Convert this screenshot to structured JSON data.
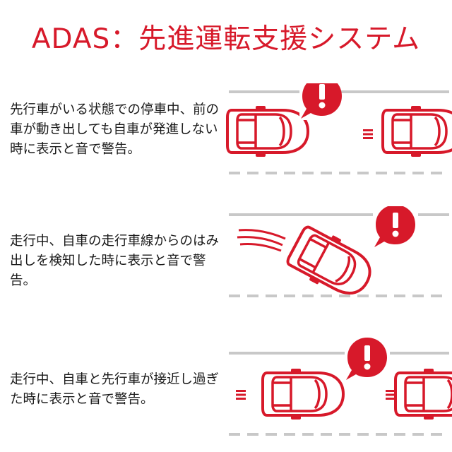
{
  "title": "ADAS：先進運転支援システム",
  "colors": {
    "accent": "#d7192a",
    "lane_gray": "#c8c8c8",
    "text": "#1a1a1a"
  },
  "features": [
    {
      "description": "先行車がいる状態での停車中、前の車が動き出しても自車が発進しない時に表示と音で警告。",
      "alert_mark": "!",
      "icon": "car-departure-alert-icon"
    },
    {
      "description": "走行中、自車の走行車線からのはみ出しを検知した時に表示と音で警告。",
      "alert_mark": "!",
      "icon": "lane-departure-alert-icon"
    },
    {
      "description": "走行中、自車と先行車が接近し過ぎた時に表示と音で警告。",
      "alert_mark": "!",
      "icon": "forward-collision-alert-icon"
    }
  ]
}
